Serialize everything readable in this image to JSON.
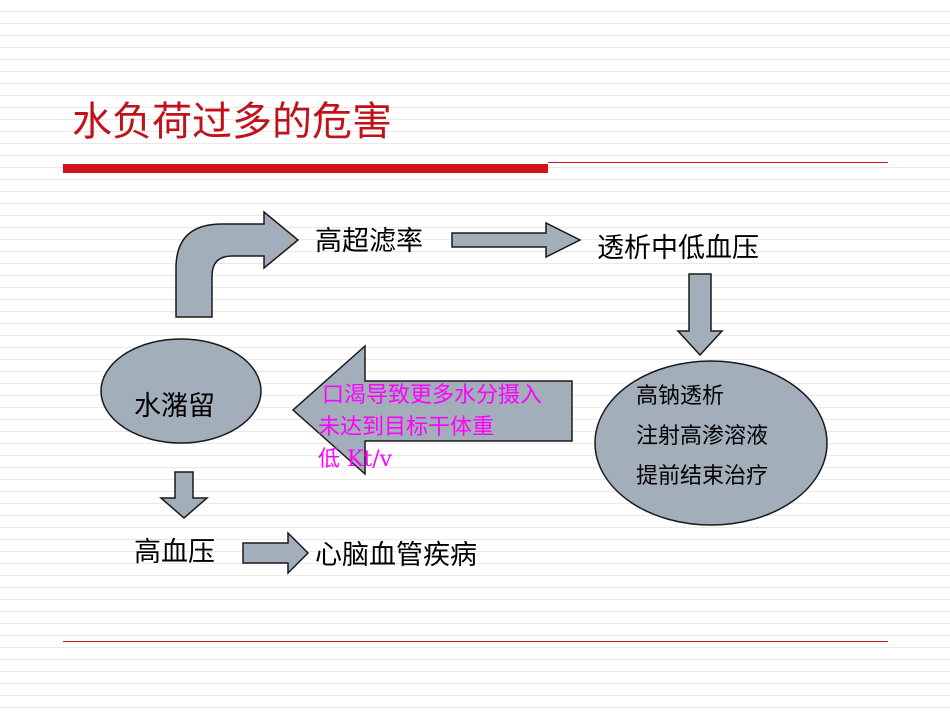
{
  "slide": {
    "title": "水负荷过多的危害"
  },
  "nodes": {
    "edema": "水潴留",
    "high_uf": "高超滤率",
    "hypotension": "透析中低血压",
    "remedies": [
      "高钠透析",
      "注射高渗溶液",
      "提前结束治疗"
    ],
    "feedback": [
      "口渴导致更多水分摄入",
      "未达到目标干体重",
      "低 Kt/v"
    ],
    "hypertension": "高血压",
    "cvd": "心脑血管疾病"
  },
  "colors": {
    "accent": "#d31219",
    "title": "#c0121a",
    "shape_fill": "#a3aebb",
    "shape_stroke": "#1a1a1a",
    "feedback_text": "#ff00ff"
  }
}
